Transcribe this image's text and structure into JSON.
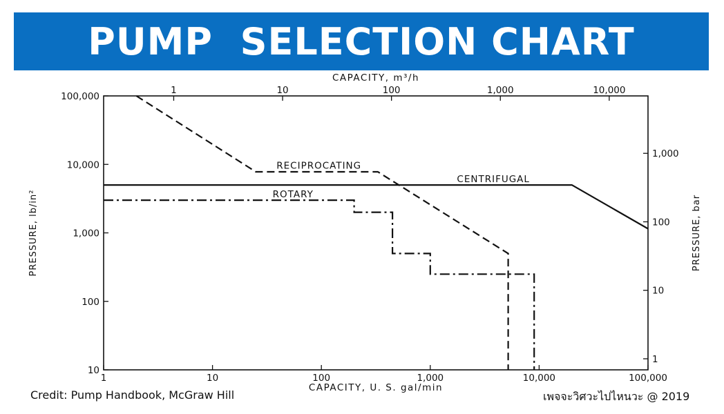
{
  "header": {
    "title": "PUMP  SELECTION CHART"
  },
  "footer": {
    "credit": "Credit: Pump Handbook, McGraw Hill",
    "signature": "เพจจะวิศวะไปไหนวะ @ 2019"
  },
  "chart_data": {
    "type": "line",
    "x_scale": "log",
    "y_scale": "log",
    "xlabel": "CAPACITY, U. S. gal/min",
    "xlabel_top": "CAPACITY, m³/h",
    "ylabel": "PRESSURE, lb/in²",
    "ylabel_right": "PRESSURE, bar",
    "xlim": [
      1,
      100000
    ],
    "ylim": [
      10,
      100000
    ],
    "x_ticks": [
      {
        "value": 1,
        "label": "1"
      },
      {
        "value": 10,
        "label": "10"
      },
      {
        "value": 100,
        "label": "100"
      },
      {
        "value": 1000,
        "label": "1,000"
      },
      {
        "value": 10000,
        "label": "10,000"
      },
      {
        "value": 100000,
        "label": "100,000"
      }
    ],
    "y_ticks": [
      {
        "value": 10,
        "label": "10"
      },
      {
        "value": 100,
        "label": "100"
      },
      {
        "value": 1000,
        "label": "1,000"
      },
      {
        "value": 10000,
        "label": "10,000"
      },
      {
        "value": 100000,
        "label": "100,000"
      }
    ],
    "x_ticks_top_m3h": [
      {
        "value": 1,
        "label": "1"
      },
      {
        "value": 10,
        "label": "10"
      },
      {
        "value": 100,
        "label": "100"
      },
      {
        "value": 1000,
        "label": "1,000"
      },
      {
        "value": 10000,
        "label": "10,000"
      }
    ],
    "y_ticks_right_bar": [
      {
        "value": 1,
        "label": "1"
      },
      {
        "value": 10,
        "label": "10"
      },
      {
        "value": 100,
        "label": "100"
      },
      {
        "value": 1000,
        "label": "1,000"
      }
    ],
    "grid": false,
    "series": [
      {
        "name": "RECIPROCATING",
        "style": "dashed",
        "points": [
          [
            2,
            100000
          ],
          [
            25,
            7800
          ],
          [
            330,
            7800
          ],
          [
            5200,
            500
          ],
          [
            5200,
            10
          ]
        ]
      },
      {
        "name": "CENTRIFUGAL",
        "style": "solid",
        "points": [
          [
            1,
            5000
          ],
          [
            20000,
            5000
          ],
          [
            100000,
            1150
          ]
        ]
      },
      {
        "name": "ROTARY",
        "style": "dash-dot",
        "points": [
          [
            1,
            3000
          ],
          [
            200,
            3000
          ],
          [
            200,
            2000
          ],
          [
            450,
            2000
          ],
          [
            450,
            500
          ],
          [
            1000,
            500
          ],
          [
            1000,
            250
          ],
          [
            9000,
            250
          ],
          [
            9000,
            10
          ]
        ]
      }
    ]
  }
}
